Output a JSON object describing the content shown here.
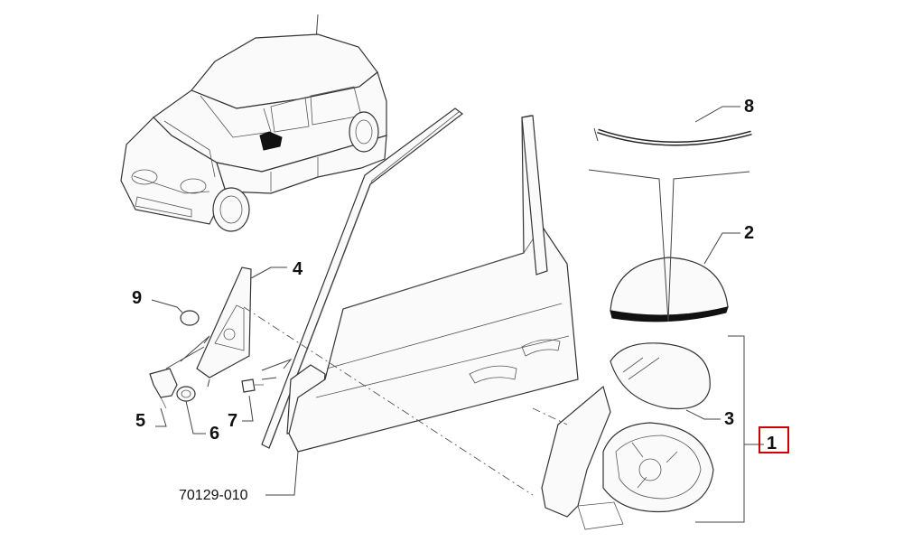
{
  "callouts": [
    {
      "id": "8",
      "label": "8"
    },
    {
      "id": "2",
      "label": "2"
    },
    {
      "id": "4",
      "label": "4"
    },
    {
      "id": "9",
      "label": "9"
    },
    {
      "id": "3",
      "label": "3"
    },
    {
      "id": "1",
      "label": "1"
    },
    {
      "id": "5",
      "label": "5"
    },
    {
      "id": "6",
      "label": "6"
    },
    {
      "id": "7",
      "label": "7"
    }
  ],
  "drawing_number": "70129-010",
  "highlight_color": "#d00000",
  "highlighted_callout": "1"
}
